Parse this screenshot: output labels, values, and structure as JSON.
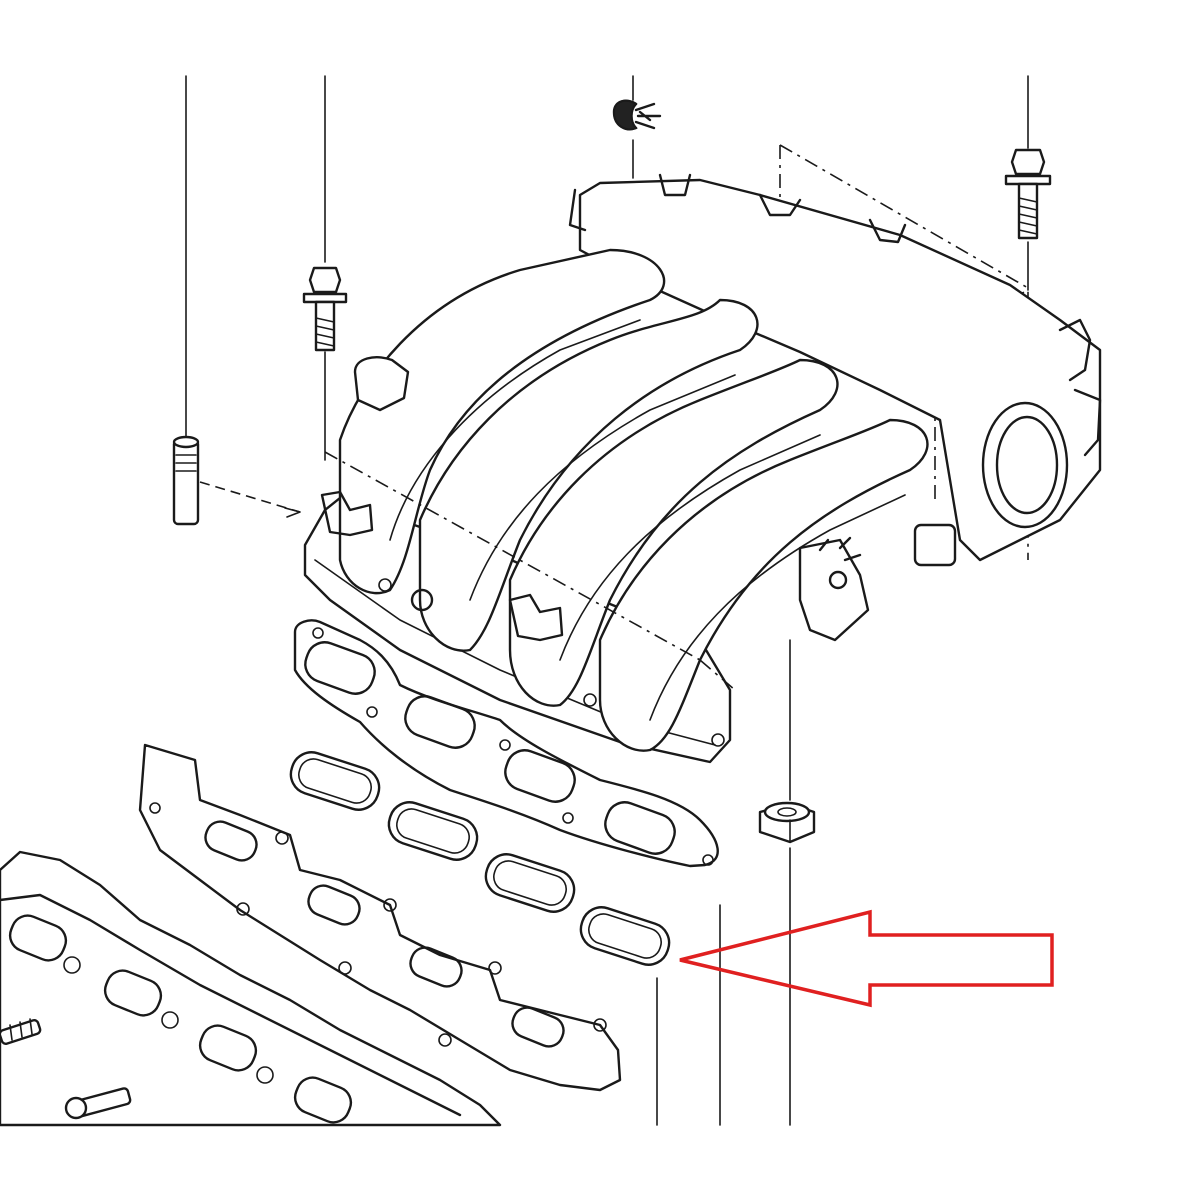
{
  "diagram": {
    "type": "exploded-parts-diagram",
    "parts": [
      {
        "name": "locating-dowel"
      },
      {
        "name": "manifold-bolt-left"
      },
      {
        "name": "wiring-clip"
      },
      {
        "name": "manifold-bolt-right"
      },
      {
        "name": "intake-manifold"
      },
      {
        "name": "manifold-gasket"
      },
      {
        "name": "port-seal-rings"
      },
      {
        "name": "exhaust-gasket"
      },
      {
        "name": "cylinder-head"
      },
      {
        "name": "manifold-nut"
      }
    ],
    "highlight": {
      "target": "port-seal-ring",
      "color": "#e02020"
    },
    "line_color": "#1a1a1a",
    "background": "#ffffff"
  }
}
